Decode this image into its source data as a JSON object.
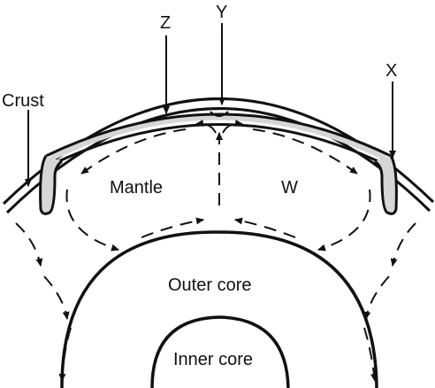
{
  "labels": {
    "z": "Z",
    "y": "Y",
    "x": "X",
    "crust": "Crust",
    "mantle": "Mantle",
    "w": "W",
    "outer_core": "Outer core",
    "inner_core": "Inner core"
  },
  "colors": {
    "crust_fill": "#d6d6d6",
    "stroke": "#111111"
  }
}
